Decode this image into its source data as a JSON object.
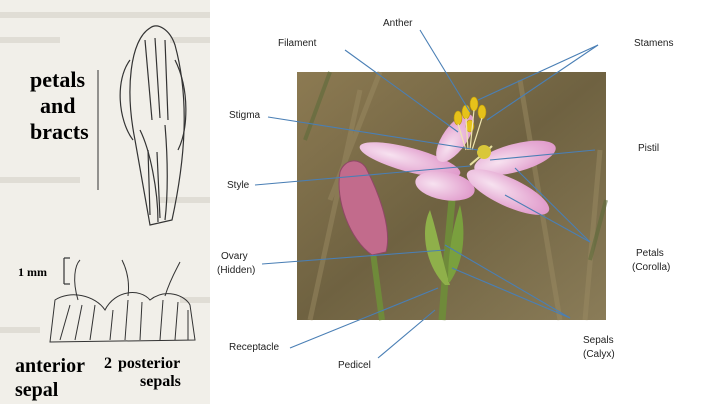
{
  "left_panel": {
    "petals_label": "petals",
    "and_label": "and",
    "bracts_label": "bracts",
    "scale_label": "1 mm",
    "anterior_label": "anterior",
    "sepal_label": "sepal",
    "posterior_count": "2",
    "posterior_label": "posterior",
    "posterior_sepals_label": "sepals"
  },
  "right_panel": {
    "labels": {
      "anther": "Anther",
      "filament": "Filament",
      "stamens": "Stamens",
      "stigma": "Stigma",
      "pistil": "Pistil",
      "style": "Style",
      "petals": "Petals",
      "corolla": "(Corolla)",
      "ovary": "Ovary",
      "hidden": "(Hidden)",
      "receptacle": "Receptacle",
      "pedicel": "Pedicel",
      "sepals": "Sepals",
      "calyx": "(Calyx)"
    }
  },
  "colors": {
    "leader_line": "#4a7fb5",
    "petal": "#e8a8d4",
    "anther": "#e6c21a",
    "background_photo": "#7a6a48"
  }
}
